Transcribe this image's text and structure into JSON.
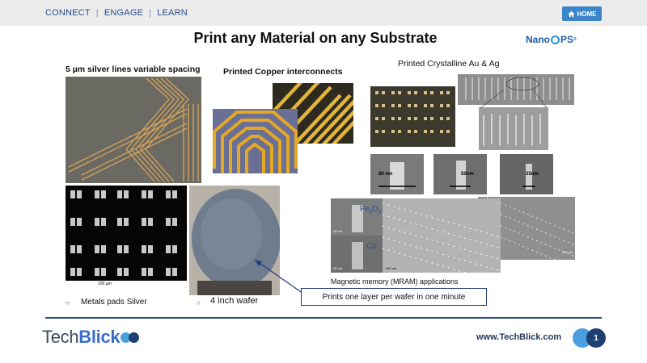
{
  "nav": {
    "items": [
      "CONNECT",
      "ENGAGE",
      "LEARN"
    ],
    "separator": "|",
    "home_label": "HOME"
  },
  "slide": {
    "title": "Print any Material on any Substrate",
    "logo": {
      "nano": "Nano",
      "ops": "PS",
      "mark": "®"
    },
    "labels": {
      "silver_lines": "5 µm silver lines variable spacing",
      "copper": "Printed Copper interconnects",
      "crystalline": "Printed Crystalline Au & Ag",
      "magnetic": "Magnetic memory (MRAM) applications",
      "pads": "Metals pads Silver",
      "wafer": "4 inch wafer"
    },
    "nano_sizes": [
      "80 nm",
      "50nm",
      "25nm"
    ],
    "mag_labels": {
      "fe": "Fe",
      "fe_sub": "3",
      "o": "O",
      "o_sub": "4",
      "co": "Co"
    },
    "scale_labels": {
      "pads": "100 µm",
      "mag1": "30 nm",
      "mag1b": "30 nm",
      "mag2": "500 nm",
      "mag3": "500 nm"
    },
    "callout": "Prints one layer per wafer in one minute"
  },
  "footer": {
    "brand_tech": "Tech",
    "brand_blick": "Blick",
    "url": "www.TechBlick.com",
    "page_number": "1"
  },
  "colors": {
    "accent": "#3a86c8",
    "nav_text": "#2a4a8a",
    "rule": "#1e4a8c",
    "brand_dark": "#1e3f72"
  }
}
